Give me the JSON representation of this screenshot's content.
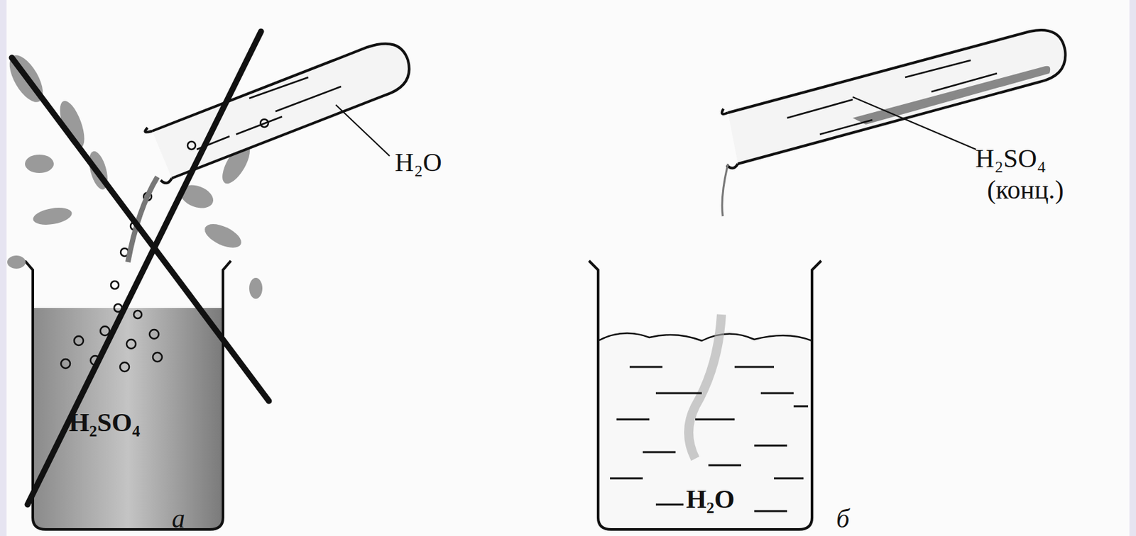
{
  "diagram": {
    "labels": [
      "H₂O",
      "H₂SO₄",
      "H₂SO₄",
      "(конц.)",
      "H₂O",
      "а",
      "б"
    ]
  }
}
